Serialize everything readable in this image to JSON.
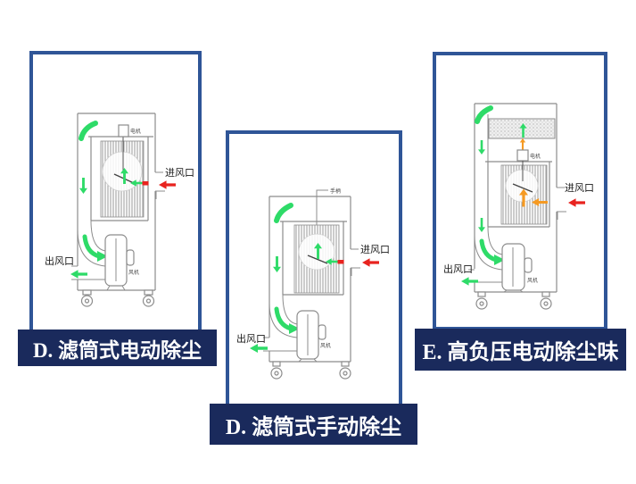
{
  "colors": {
    "panel_border": "#2f5597",
    "caption_background": "#1a2a5c",
    "caption_text": "#ffffff",
    "diagram_line": "#8c8c8c",
    "airflow_green": "#2edb68",
    "airflow_red": "#e8231f",
    "airflow_orange": "#f59a23"
  },
  "panels": [
    {
      "caption": "D. 滤筒式电动除尘",
      "labels": {
        "motor": "电机",
        "inlet": "进风口",
        "outlet": "出风口",
        "fan": "风机"
      }
    },
    {
      "caption": "D. 滤筒式手动除尘",
      "labels": {
        "handle": "手柄",
        "inlet": "进风口",
        "outlet": "出风口",
        "fan": "风机"
      }
    },
    {
      "caption": "E. 高负压电动除尘味",
      "labels": {
        "motor": "电机",
        "inlet": "进风口",
        "outlet": "出风口",
        "fan": "风机"
      }
    }
  ]
}
